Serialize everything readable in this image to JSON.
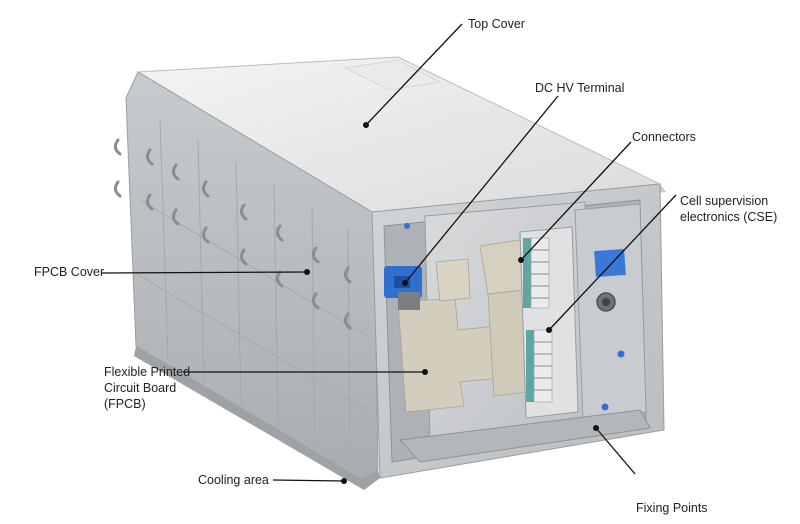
{
  "labels": {
    "top_cover": "Top Cover",
    "dc_hv_terminal": "DC HV Terminal",
    "connectors": "Connectors",
    "cse": [
      "Cell supervision",
      "electronics (CSE)"
    ],
    "fpcb_cover": "FPCB Cover",
    "fpcb": [
      "Flexible Printed",
      "Circuit Board",
      "(FPCB)"
    ],
    "cooling_area": "Cooling area",
    "fixing_points": "Fixing Points"
  },
  "colors": {
    "housing_light": "#e2e4e5",
    "housing_mid": "#c3c6c9",
    "housing_dark": "#8f9397",
    "side_panel": "#b7bbbe",
    "fpcb_tan": "#cfc9b9",
    "connector_teal": "#5fa7a2",
    "terminal_blue": "#2f6fd1",
    "leader": "#111111"
  }
}
